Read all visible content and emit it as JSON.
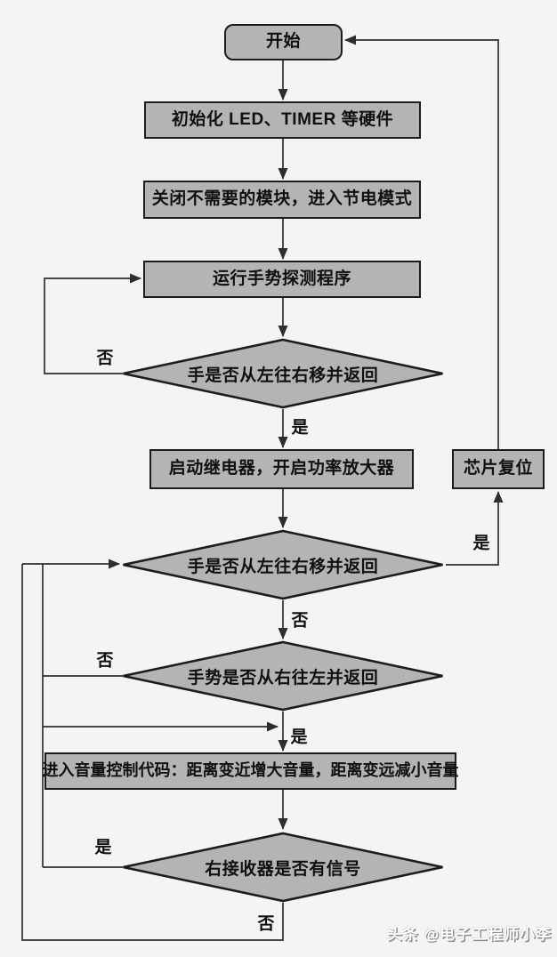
{
  "colors": {
    "background": "#f4f4f2",
    "node_fill": "#b4b4b4",
    "node_border": "#1c1c1c",
    "line_color": "#2e2e2e"
  },
  "flowchart": {
    "start": {
      "label": "开始"
    },
    "steps": {
      "init_hardware": "初始化 LED、TIMER 等硬件",
      "power_save": "关闭不需要的模块，进入节电模式",
      "run_gesture": "运行手势探测程序",
      "start_relay": "启动继电器，开启功率放大器",
      "chip_reset": "芯片复位",
      "volume_control": "进入音量控制代码：距离变近增大音量，距离变远减小音量"
    },
    "decisions": {
      "d1": "手是否从左往右移并返回",
      "d2": "手是否从左往右移并返回",
      "d3": "手势是否从右往左并返回",
      "d4": "右接收器是否有信号"
    },
    "edge_labels": {
      "d1_no": "否",
      "d1_yes": "是",
      "d2_yes": "是",
      "d2_no": "否",
      "d3_no": "否",
      "d3_yes": "是",
      "d4_yes": "是",
      "d4_no": "否"
    }
  },
  "watermark": "头条 @电子工程师小李"
}
